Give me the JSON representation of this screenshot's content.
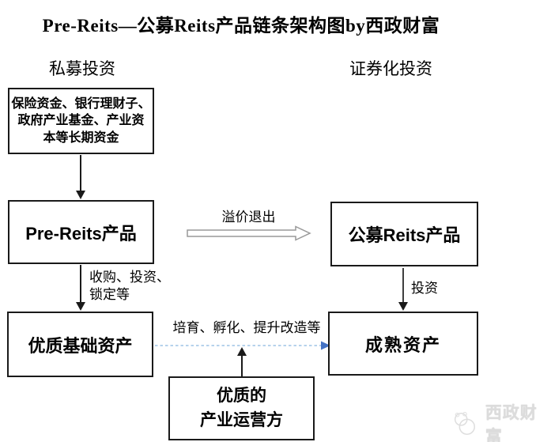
{
  "title": "Pre-Reits—公募Reits产品链条架构图by西政财富",
  "headers": {
    "left": "私募投资",
    "right": "证券化投资"
  },
  "boxes": {
    "funding": "保险资金、银行理财子、\n政府产业基金、产业资\n本等长期资金",
    "pre_reits": "Pre-Reits产品",
    "public_reits": "公募Reits产品",
    "quality_assets": "优质基础资产",
    "mature_assets": "成熟资产",
    "operator": "优质的\n产业运营方"
  },
  "labels": {
    "premium_exit": "溢价退出",
    "acquire_invest_lock": "收购、投资、\n锁定等",
    "invest": "投资",
    "cultivate": "培育、孵化、提升改造等"
  },
  "watermark": {
    "brand": "西政财富"
  },
  "colors": {
    "box_border": "#1a1a1a",
    "arrow_black": "#1a1a1a",
    "block_arrow_outline": "#999999",
    "dashed_line_blue": "#9dc3e6",
    "dashed_arrowhead_blue": "#4472c4",
    "watermark_gray": "#dcdcdc"
  }
}
